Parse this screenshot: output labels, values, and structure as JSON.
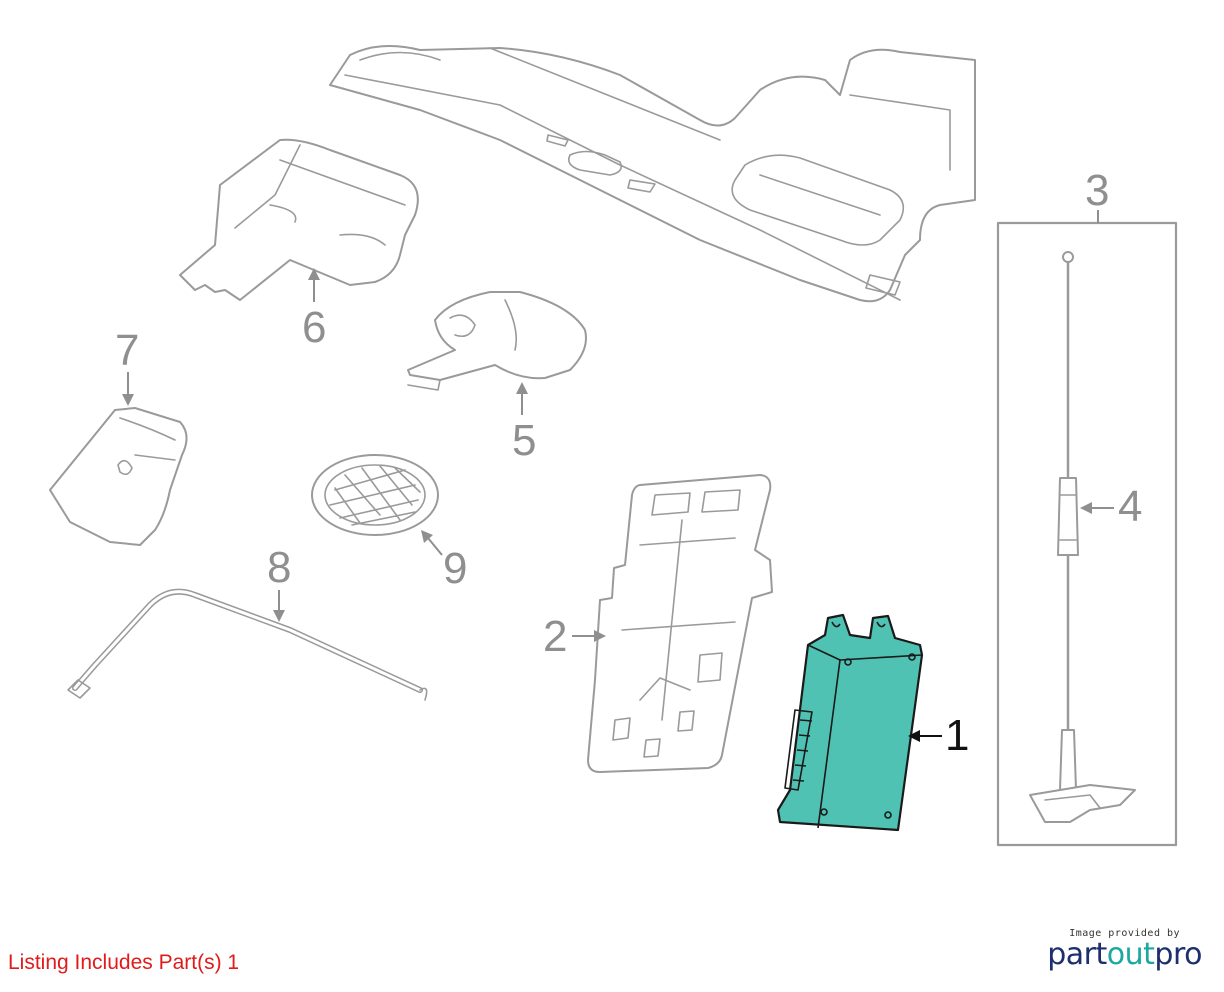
{
  "diagram": {
    "callouts": [
      {
        "id": "1",
        "label": "1",
        "highlighted": true
      },
      {
        "id": "2",
        "label": "2",
        "highlighted": false
      },
      {
        "id": "3",
        "label": "3",
        "highlighted": false
      },
      {
        "id": "4",
        "label": "4",
        "highlighted": false
      },
      {
        "id": "5",
        "label": "5",
        "highlighted": false
      },
      {
        "id": "6",
        "label": "6",
        "highlighted": false
      },
      {
        "id": "7",
        "label": "7",
        "highlighted": false
      },
      {
        "id": "8",
        "label": "8",
        "highlighted": false
      },
      {
        "id": "9",
        "label": "9",
        "highlighted": false
      }
    ],
    "highlight_color": "#4fc2b3",
    "line_color": "#9a9a9a"
  },
  "listing_note": "Listing Includes Part(s) 1",
  "listing_note_color": "#e21a1a",
  "credit": {
    "caption": "Image provided by",
    "logo_part1": "part",
    "logo_part2": "out",
    "logo_part3": "pro"
  }
}
